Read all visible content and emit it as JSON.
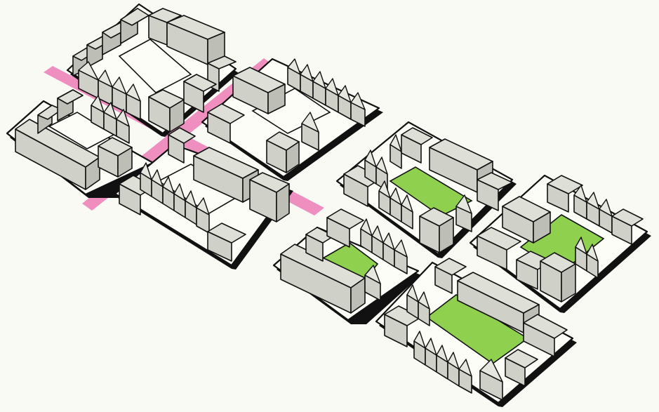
{
  "colors": {
    "background": "#fafaf5",
    "building": "#dedfd7",
    "building_shade": "#bdbeb5",
    "outline": "#111111",
    "courtyard_green": "#8fd14f",
    "courtyard_paved": "#fdfdf8",
    "street": "#ee8fc0"
  },
  "streets": [
    {
      "name": "street-diagonal-a",
      "color_key": "street"
    },
    {
      "name": "street-diagonal-b",
      "color_key": "street"
    }
  ],
  "blocks": [
    {
      "name": "block-north",
      "courtyard": "paved",
      "group": "left"
    },
    {
      "name": "block-west",
      "courtyard": "paved",
      "group": "left"
    },
    {
      "name": "block-east",
      "courtyard": "paved",
      "group": "left"
    },
    {
      "name": "block-south",
      "courtyard": "paved",
      "group": "left"
    },
    {
      "name": "block-green-north",
      "courtyard": "green",
      "group": "right"
    },
    {
      "name": "block-green-west",
      "courtyard": "green",
      "group": "right"
    },
    {
      "name": "block-green-east",
      "courtyard": "green",
      "group": "right"
    },
    {
      "name": "block-green-south",
      "courtyard": "green",
      "group": "right"
    }
  ]
}
